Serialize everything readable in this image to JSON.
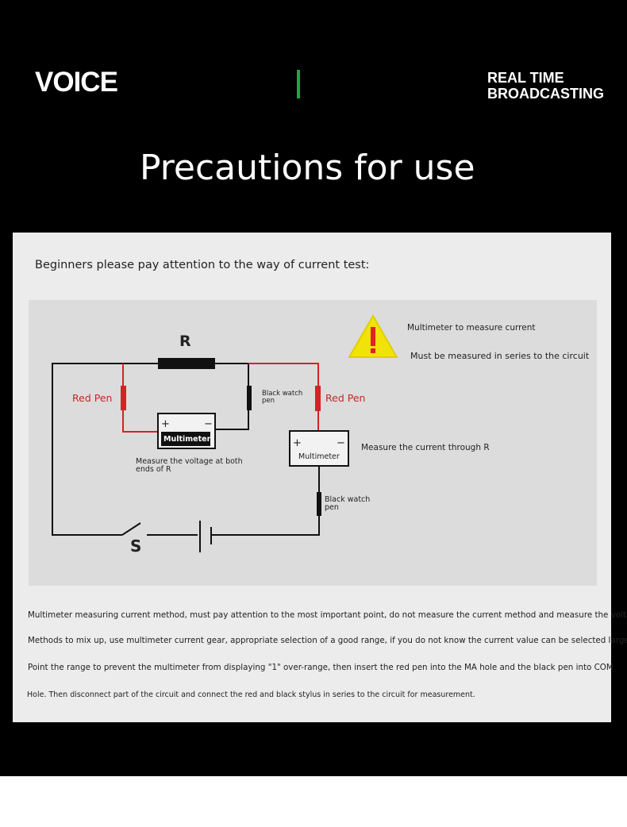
{
  "header": {
    "brand": "VOICE",
    "tagline_line1": "REAL TIME",
    "tagline_line2": "BROADCASTING",
    "accent_color": "#1fa34a"
  },
  "title": "Precautions for use",
  "intro": "Beginners please pay attention to the way of current test:",
  "diagram": {
    "resistor_label": "R",
    "switch_label": "S",
    "warning_icon": "warning-triangle-icon",
    "warning_line1": "Multimeter to measure current",
    "warning_line2": "Must be measured in series to the circuit",
    "left": {
      "red_pen": "Red Pen",
      "black_pen": "Black watch pen",
      "meter_label": "Multimeter",
      "meter_plus": "+",
      "meter_minus": "−",
      "caption": "Measure the voltage at both ends of R"
    },
    "right": {
      "red_pen": "Red Pen",
      "black_pen": "Black watch pen",
      "meter_label": "Multimeter",
      "meter_plus": "+",
      "meter_minus": "−",
      "caption": "Measure the current through R"
    }
  },
  "notes": [
    "Multimeter measuring current method, must pay attention to the most important point, do not measure the current method and measure the voltage",
    "Methods to mix up, use multimeter current gear, appropriate selection of a good range, if you do not know the current value can be selected large",
    "Point the range to prevent the multimeter from displaying \"1\" over-range, then insert the red pen into the MA hole and the black pen into COM",
    "Hole. Then disconnect part of the circuit and connect the red and black stylus in series to the circuit for measurement."
  ]
}
